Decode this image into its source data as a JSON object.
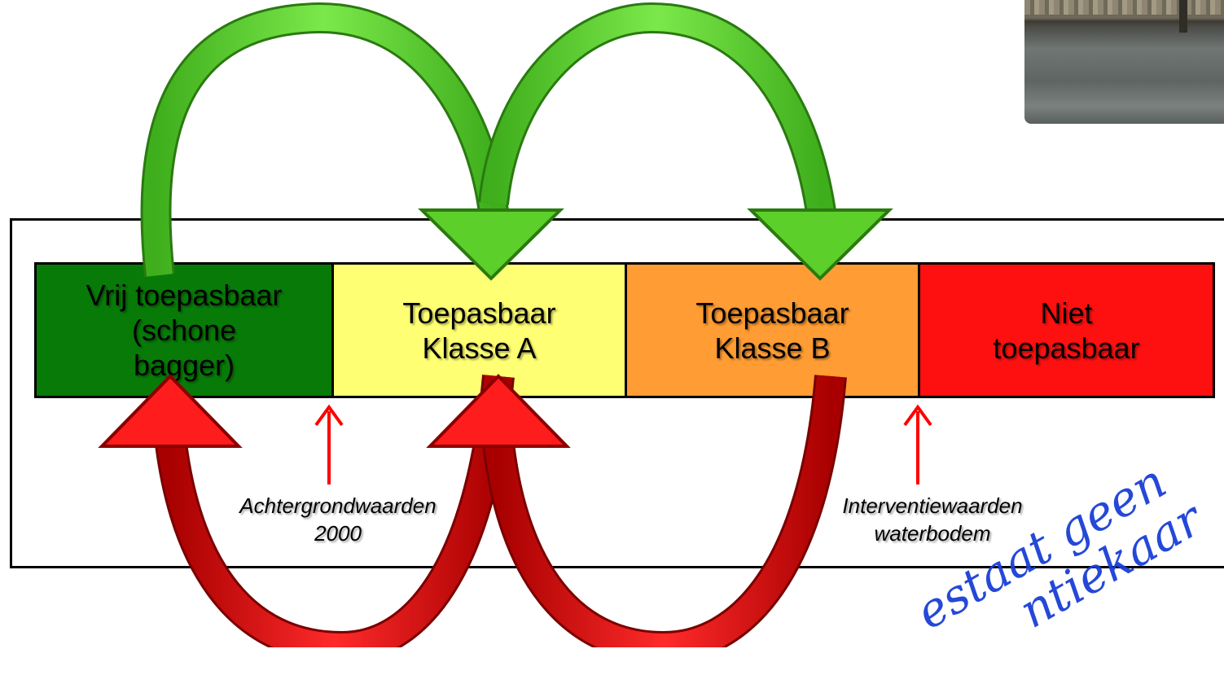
{
  "categories": [
    {
      "label": "Vrij toepasbaar\n(schone\nbagger)",
      "color": "#087a08"
    },
    {
      "label": "Toepasbaar\nKlasse A",
      "color": "#ffff73"
    },
    {
      "label": "Toepasbaar\nKlasse B",
      "color": "#ff9c33"
    },
    {
      "label": "Niet\ntoepasbaar",
      "color": "#ff1010"
    }
  ],
  "thresholds": {
    "achtergrond": "Achtergrondwaarden\n2000",
    "interventie": "Interventiewaarden\nwaterbodem"
  },
  "arrow_colors": {
    "up": "#5ccf2a",
    "down": "#e01010",
    "marker": "#ff0000"
  },
  "watermark": "estaat geen\n      ntiekaar"
}
